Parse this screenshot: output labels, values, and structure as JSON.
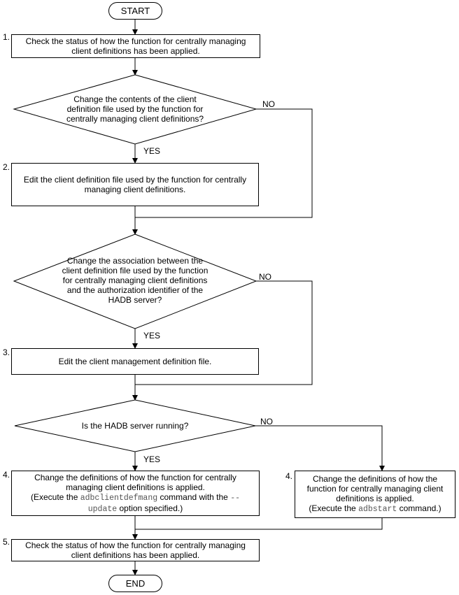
{
  "start": "START",
  "end": "END",
  "step1": {
    "num": "1.",
    "lines": [
      "Check the status of how the function for centrally managing",
      "client definitions has been applied."
    ]
  },
  "decision1": {
    "lines": [
      "Change the contents of the client",
      "definition file used by the function for",
      "centrally managing client definitions?"
    ],
    "yes": "YES",
    "no": "NO"
  },
  "step2": {
    "num": "2.",
    "lines": [
      "Edit the client definition file used by the function for centrally",
      "managing client definitions."
    ]
  },
  "decision2": {
    "lines": [
      "Change the association between the",
      "client definition file used by the function",
      "for centrally managing client definitions",
      "and the authorization identifier of the",
      "HADB server?"
    ],
    "yes": "YES",
    "no": "NO"
  },
  "step3": {
    "num": "3.",
    "lines": [
      "Edit the client management definition file."
    ]
  },
  "decision3": {
    "lines": [
      "Is the HADB server running?"
    ],
    "yes": "YES",
    "no": "NO"
  },
  "step4a": {
    "num": "4.",
    "line1": "Change the definitions of how the function for centrally",
    "line2": "managing client definitions is applied.",
    "pre": "(Execute the ",
    "cmd": "adbclientdefmang",
    "mid": " command with the ",
    "opt1": "--",
    "opt2": "update",
    "post": " option specified.)"
  },
  "step4b": {
    "num": "4.",
    "line1": "Change the definitions of how the",
    "line2": "function for centrally managing client",
    "line3": "definitions is applied.",
    "pre": "(Execute the ",
    "cmd": "adbstart",
    "post": " command.)"
  },
  "step5": {
    "num": "5.",
    "lines": [
      "Check the status of how the function for centrally managing",
      "client definitions has been applied."
    ]
  }
}
